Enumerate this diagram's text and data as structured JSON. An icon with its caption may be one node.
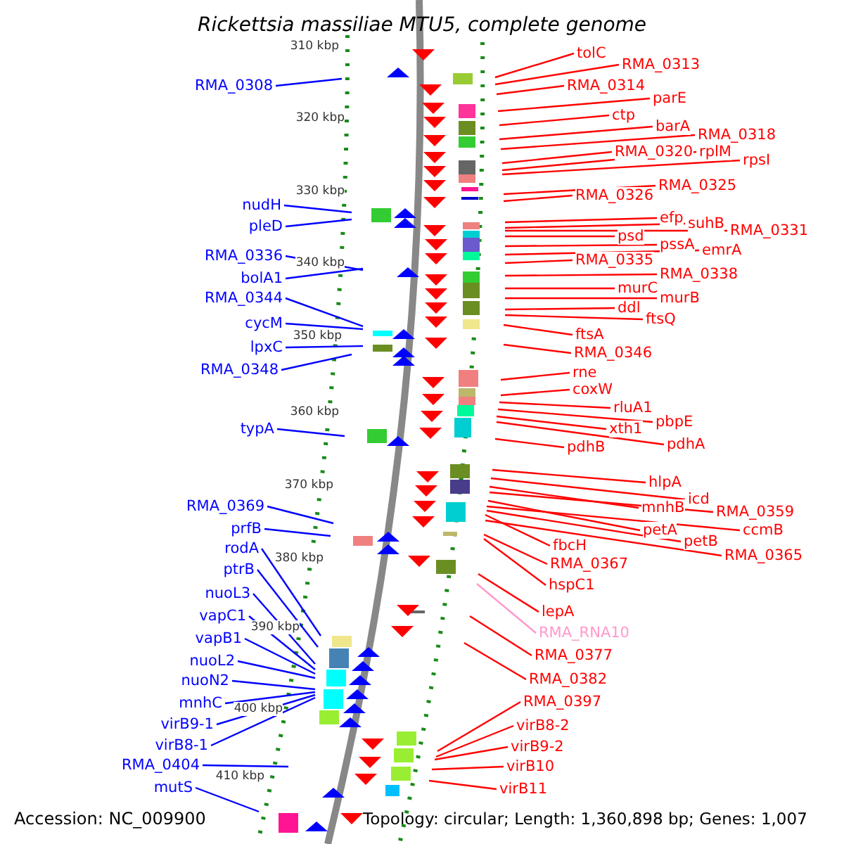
{
  "diagram": {
    "title": "Rickettsia massiliae MTU5, complete genome",
    "nodes": [
      {
        "text": [
          "RMA_0308"
        ]
      },
      {
        "text": [
          "nudH"
        ]
      },
      {
        "text": [
          "pleD"
        ]
      },
      {
        "text": [
          "RMA_0336"
        ]
      },
      {
        "text": [
          "bolA1"
        ]
      },
      {
        "text": [
          "RMA_0344"
        ]
      },
      {
        "text": [
          "cycM"
        ]
      },
      {
        "text": [
          "lpxC"
        ]
      },
      {
        "text": [
          "RMA_0348"
        ]
      },
      {
        "text": [
          "typA"
        ]
      },
      {
        "text": [
          "RMA_0369"
        ]
      },
      {
        "text": [
          "prfB"
        ]
      },
      {
        "text": [
          "rodA"
        ]
      },
      {
        "text": [
          "ptrB"
        ]
      },
      {
        "text": [
          "nuoL3"
        ]
      },
      {
        "text": [
          "vapC1"
        ]
      },
      {
        "text": [
          "vapB1"
        ]
      },
      {
        "text": [
          "nuoL2"
        ]
      },
      {
        "text": [
          "nuoN2"
        ]
      },
      {
        "text": [
          "mnhC"
        ]
      },
      {
        "text": [
          "virB9-1"
        ]
      },
      {
        "text": [
          "virB8-1"
        ]
      },
      {
        "text": [
          "RMA_0404"
        ]
      },
      {
        "text": [
          "mutS"
        ]
      },
      {
        "text": [
          "tolC"
        ]
      },
      {
        "text": [
          "RMA_0313"
        ]
      },
      {
        "text": [
          "RMA_0314"
        ]
      },
      {
        "text": [
          "parE"
        ]
      },
      {
        "text": [
          "ctp"
        ]
      },
      {
        "text": [
          "barA"
        ]
      },
      {
        "text": [
          "RMA_0318"
        ]
      },
      {
        "text": [
          "RMA_0320"
        ]
      },
      {
        "text": [
          "rplM"
        ]
      },
      {
        "text": [
          "rpsI"
        ]
      },
      {
        "text": [
          "RMA_0325"
        ]
      },
      {
        "text": [
          "RMA_0326"
        ]
      },
      {
        "text": [
          "efp"
        ]
      },
      {
        "text": [
          "suhB"
        ]
      },
      {
        "text": [
          "RMA_0331"
        ]
      },
      {
        "text": [
          "psd"
        ]
      },
      {
        "text": [
          "pssA"
        ]
      },
      {
        "text": [
          "emrA"
        ]
      },
      {
        "text": [
          "RMA_0335"
        ]
      },
      {
        "text": [
          "RMA_0338"
        ]
      },
      {
        "text": [
          "murC"
        ]
      },
      {
        "text": [
          "murB"
        ]
      },
      {
        "text": [
          "ddl"
        ]
      },
      {
        "text": [
          "ftsQ"
        ]
      },
      {
        "text": [
          "ftsA"
        ]
      },
      {
        "text": [
          "RMA_0346"
        ]
      },
      {
        "text": [
          "rne"
        ]
      },
      {
        "text": [
          "coxW"
        ]
      },
      {
        "text": [
          "rluA1"
        ]
      },
      {
        "text": [
          "pbpE"
        ]
      },
      {
        "text": [
          "xth1"
        ]
      },
      {
        "text": [
          "pdhA"
        ]
      },
      {
        "text": [
          "pdhB"
        ]
      },
      {
        "text": [
          "hlpA"
        ]
      },
      {
        "text": [
          "icd"
        ]
      },
      {
        "text": [
          "mnhB"
        ]
      },
      {
        "text": [
          "RMA_0359"
        ]
      },
      {
        "text": [
          "petA"
        ]
      },
      {
        "text": [
          "ccmB"
        ]
      },
      {
        "text": [
          "petB"
        ]
      },
      {
        "text": [
          "fbcH"
        ]
      },
      {
        "text": [
          "RMA_0365"
        ]
      },
      {
        "text": [
          "RMA_0367"
        ]
      },
      {
        "text": [
          "hspC1"
        ]
      },
      {
        "text": [
          "lepA"
        ]
      },
      {
        "text": [
          "RMA_RNA10"
        ]
      },
      {
        "text": [
          "RMA_0377"
        ]
      },
      {
        "text": [
          "RMA_0382"
        ]
      },
      {
        "text": [
          "RMA_0397"
        ]
      },
      {
        "text": [
          "virB8-2"
        ]
      },
      {
        "text": [
          "virB9-2"
        ]
      },
      {
        "text": [
          "virB10"
        ]
      },
      {
        "text": [
          "virB11"
        ]
      }
    ],
    "edges": [
      {
        "from": 0,
        "to": null,
        "arrow": "none",
        "color": "#0000ff"
      },
      {
        "from": 1,
        "to": null,
        "arrow": "none",
        "color": "#0000ff"
      },
      {
        "from": 2,
        "to": null,
        "arrow": "none",
        "color": "#0000ff"
      },
      {
        "from": 3,
        "to": null,
        "arrow": "none",
        "color": "#0000ff"
      },
      {
        "from": 4,
        "to": null,
        "arrow": "none",
        "color": "#0000ff"
      },
      {
        "from": 5,
        "to": null,
        "arrow": "none",
        "color": "#0000ff"
      },
      {
        "from": 6,
        "to": null,
        "arrow": "none",
        "color": "#0000ff"
      },
      {
        "from": 7,
        "to": null,
        "arrow": "none",
        "color": "#0000ff"
      },
      {
        "from": 8,
        "to": null,
        "arrow": "none",
        "color": "#0000ff"
      },
      {
        "from": 9,
        "to": null,
        "arrow": "none",
        "color": "#0000ff"
      },
      {
        "from": 10,
        "to": null,
        "arrow": "none",
        "color": "#0000ff"
      },
      {
        "from": 11,
        "to": null,
        "arrow": "none",
        "color": "#0000ff"
      },
      {
        "from": 12,
        "to": null,
        "arrow": "none",
        "color": "#0000ff"
      },
      {
        "from": 13,
        "to": null,
        "arrow": "none",
        "color": "#0000ff"
      },
      {
        "from": 14,
        "to": null,
        "arrow": "none",
        "color": "#0000ff"
      },
      {
        "from": 15,
        "to": null,
        "arrow": "none",
        "color": "#0000ff"
      },
      {
        "from": 16,
        "to": null,
        "arrow": "none",
        "color": "#0000ff"
      },
      {
        "from": 17,
        "to": null,
        "arrow": "none",
        "color": "#0000ff"
      },
      {
        "from": 18,
        "to": null,
        "arrow": "none",
        "color": "#0000ff"
      },
      {
        "from": 19,
        "to": null,
        "arrow": "none",
        "color": "#0000ff"
      },
      {
        "from": 20,
        "to": null,
        "arrow": "none",
        "color": "#0000ff"
      },
      {
        "from": 21,
        "to": null,
        "arrow": "none",
        "color": "#0000ff"
      },
      {
        "from": 22,
        "to": null,
        "arrow": "none",
        "color": "#0000ff"
      },
      {
        "from": 23,
        "to": null,
        "arrow": "none",
        "color": "#0000ff"
      },
      {
        "from": 24,
        "to": null,
        "arrow": "none"
      },
      {
        "from": 25,
        "to": null,
        "arrow": "none"
      },
      {
        "from": 26,
        "to": null,
        "arrow": "none"
      },
      {
        "from": 27,
        "to": null,
        "arrow": "none"
      },
      {
        "from": 28,
        "to": null,
        "arrow": "none"
      },
      {
        "from": 29,
        "to": null,
        "arrow": "none"
      },
      {
        "from": 30,
        "to": null,
        "arrow": "none"
      },
      {
        "from": 31,
        "to": null,
        "arrow": "none"
      },
      {
        "from": 32,
        "to": null,
        "arrow": "none"
      },
      {
        "from": 33,
        "to": null,
        "arrow": "none"
      },
      {
        "from": 34,
        "to": null,
        "arrow": "none"
      },
      {
        "from": 35,
        "to": null,
        "arrow": "none"
      },
      {
        "from": 36,
        "to": null,
        "arrow": "none"
      },
      {
        "from": 37,
        "to": null,
        "arrow": "none"
      },
      {
        "from": 38,
        "to": null,
        "arrow": "none"
      },
      {
        "from": 39,
        "to": null,
        "arrow": "none"
      },
      {
        "from": 40,
        "to": null,
        "arrow": "none"
      },
      {
        "from": 41,
        "to": null,
        "arrow": "none"
      },
      {
        "from": 42,
        "to": null,
        "arrow": "none"
      },
      {
        "from": 43,
        "to": null,
        "arrow": "none"
      },
      {
        "from": 44,
        "to": null,
        "arrow": "none"
      },
      {
        "from": 45,
        "to": null,
        "arrow": "none"
      },
      {
        "from": 46,
        "to": null,
        "arrow": "none"
      },
      {
        "from": 47,
        "to": null,
        "arrow": "none"
      },
      {
        "from": 48,
        "to": null,
        "arrow": "none"
      },
      {
        "from": 49,
        "to": null,
        "arrow": "none"
      },
      {
        "from": 50,
        "to": null,
        "arrow": "none"
      },
      {
        "from": 51,
        "to": null,
        "arrow": "none"
      },
      {
        "from": 52,
        "to": null,
        "arrow": "none"
      },
      {
        "from": 53,
        "to": null,
        "arrow": "none"
      },
      {
        "from": 54,
        "to": null,
        "arrow": "none"
      },
      {
        "from": 55,
        "to": null,
        "arrow": "none"
      },
      {
        "from": 56,
        "to": null,
        "arrow": "none"
      },
      {
        "from": 57,
        "to": null,
        "arrow": "none"
      },
      {
        "from": 58,
        "to": null,
        "arrow": "none"
      },
      {
        "from": 59,
        "to": null,
        "arrow": "none"
      },
      {
        "from": 60,
        "to": null,
        "arrow": "none"
      },
      {
        "from": 61,
        "to": null,
        "arrow": "none"
      },
      {
        "from": 62,
        "to": null,
        "arrow": "none"
      },
      {
        "from": 63,
        "to": null,
        "arrow": "none"
      },
      {
        "from": 64,
        "to": null,
        "arrow": "none"
      },
      {
        "from": 65,
        "to": null,
        "arrow": "none"
      },
      {
        "from": 66,
        "to": null,
        "arrow": "none"
      },
      {
        "from": 67,
        "to": null,
        "arrow": "none"
      },
      {
        "from": 68,
        "to": null,
        "arrow": "none"
      },
      {
        "from": 69,
        "to": null,
        "arrow": "none",
        "color": "#ff99cc"
      },
      {
        "from": 70,
        "to": null,
        "arrow": "none"
      },
      {
        "from": 71,
        "to": null,
        "arrow": "none"
      },
      {
        "from": 72,
        "to": null,
        "arrow": "none"
      },
      {
        "from": 73,
        "to": null,
        "arrow": "none"
      },
      {
        "from": 74,
        "to": null,
        "arrow": "none"
      },
      {
        "from": 75,
        "to": null,
        "arrow": "none"
      },
      {
        "from": 76,
        "to": null,
        "arrow": "none"
      }
    ],
    "labels": [
      "310 kbp",
      "320 kbp",
      "330 kbp",
      "340 kbp",
      "350 kbp",
      "360 kbp",
      "370 kbp",
      "380 kbp",
      "390 kbp",
      "400 kbp",
      "410 kbp",
      "Accession: NC_009900",
      "Topology: circular; Length: 1,360,898 bp; Genes: 1,007"
    ]
  }
}
